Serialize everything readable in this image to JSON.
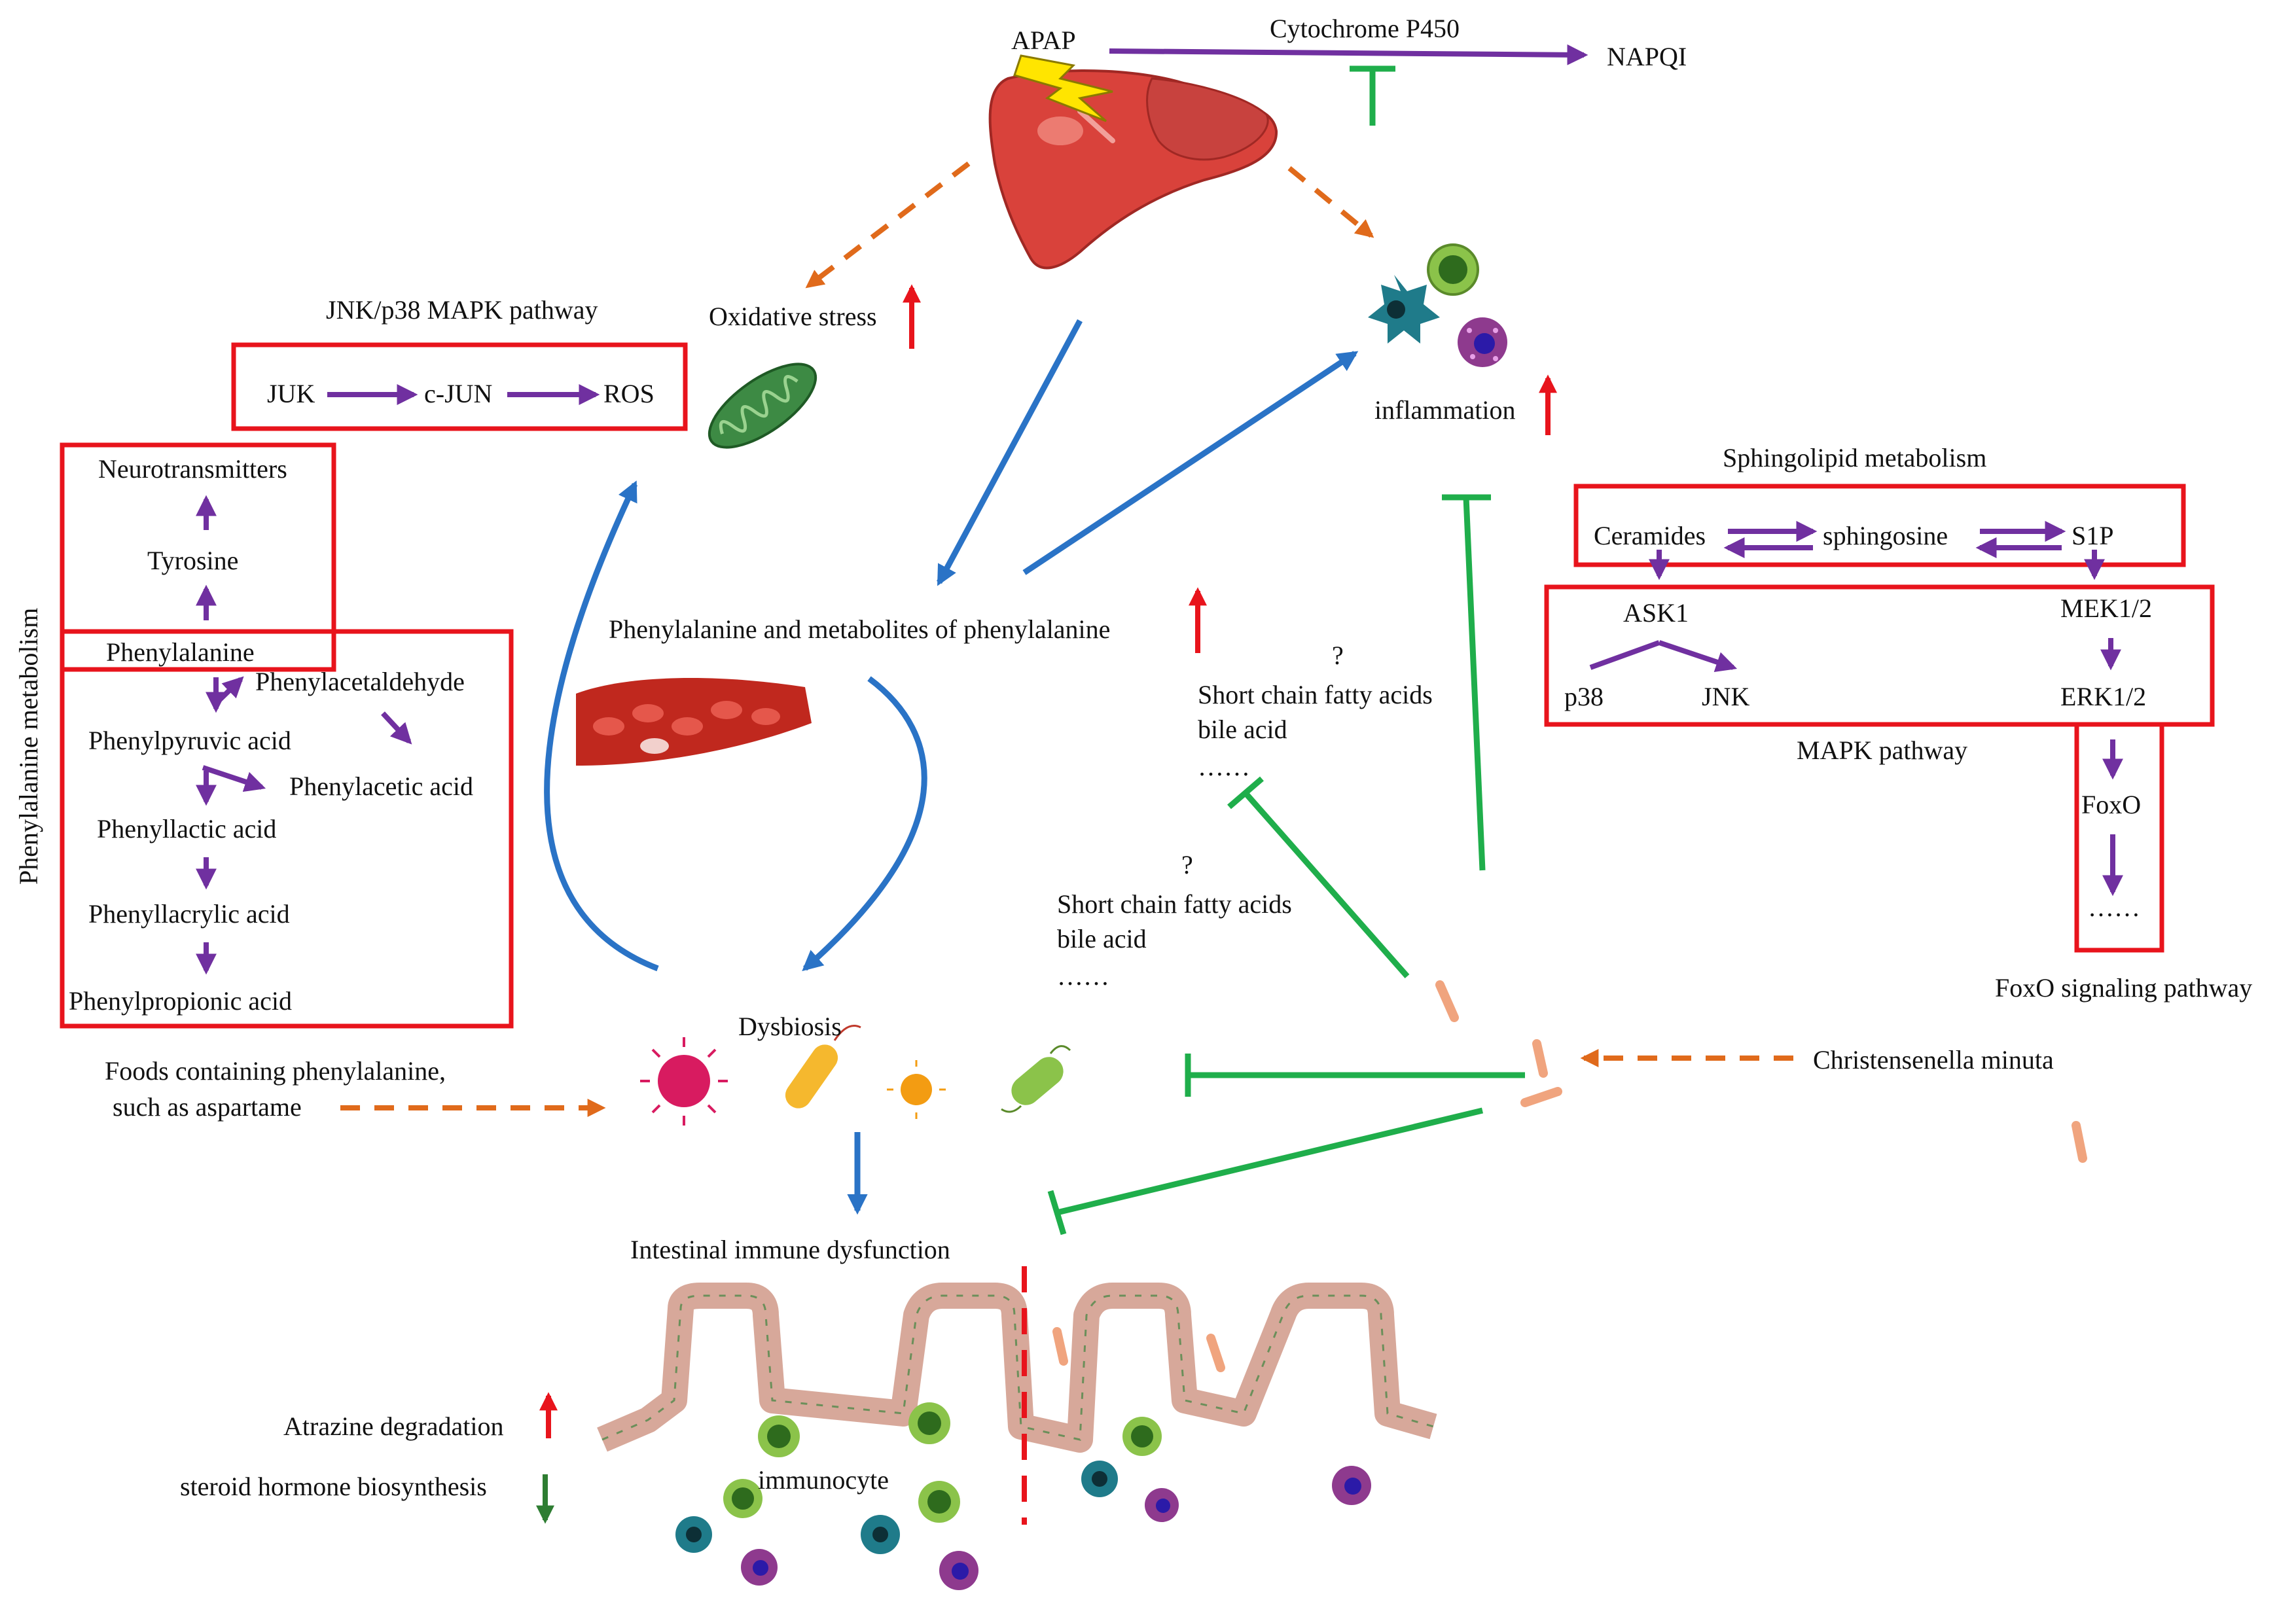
{
  "colors": {
    "purple": "#7030a0",
    "blue": "#2a73c6",
    "green": "#1fae4b",
    "orange": "#e06a1b",
    "red": "#e8141c",
    "darkgreen": "#2e7d32",
    "box": "#e8141c"
  },
  "top": {
    "apap": "APAP",
    "cyp": "Cytochrome P450",
    "napqi": "NAPQI"
  },
  "oxidative": "Oxidative stress",
  "inflammation": "inflammation",
  "jnk": {
    "title": "JNK/p38 MAPK pathway",
    "juk": "JUK",
    "cjun": "c-JUN",
    "ros": "ROS"
  },
  "phe_meta": {
    "side_label": "Phenylalanine metabolism",
    "neurotransmitters": "Neurotransmitters",
    "tyrosine": "Tyrosine",
    "phenylalanine": "Phenylalanine",
    "phenylacetaldehyde": "Phenylacetaldehyde",
    "phenylpyruvic": "Phenylpyruvic acid",
    "phenylacetic": "Phenylacetic acid",
    "phenyllactic": "Phenyllactic acid",
    "phenyllacrylic": "Phenyllacrylic acid",
    "phenylpropionic": "Phenylpropionic acid"
  },
  "center": {
    "phe_and_metabolites": "Phenylalanine and metabolites of phenylalanine",
    "dysbiosis": "Dysbiosis",
    "intestinal": "Intestinal immune dysfunction",
    "immunocyte": "immunocyte",
    "foods_line1": "Foods containing phenylalanine,",
    "foods_line2": "such as aspartame"
  },
  "scfa1": {
    "q": "?",
    "line1": "Short chain fatty acids",
    "line2": "bile acid",
    "dots": "……"
  },
  "scfa2": {
    "q": "?",
    "line1": "Short chain fatty acids",
    "line2": "bile acid",
    "dots": "……"
  },
  "sphingo": {
    "title": "Sphingolipid metabolism",
    "ceramides": "Ceramides",
    "sphingosine": "sphingosine",
    "s1p": "S1P"
  },
  "mapk": {
    "title": "MAPK pathway",
    "ask1": "ASK1",
    "p38": "p38",
    "jnk": "JNK",
    "mek": "MEK1/2",
    "erk": "ERK1/2"
  },
  "foxo": {
    "foxo": "FoxO",
    "dots": "……",
    "title": "FoxO signaling pathway"
  },
  "christensenella": "Christensenella minuta",
  "bottom": {
    "atrazine": "Atrazine degradation",
    "steroid": "steroid hormone biosynthesis"
  }
}
